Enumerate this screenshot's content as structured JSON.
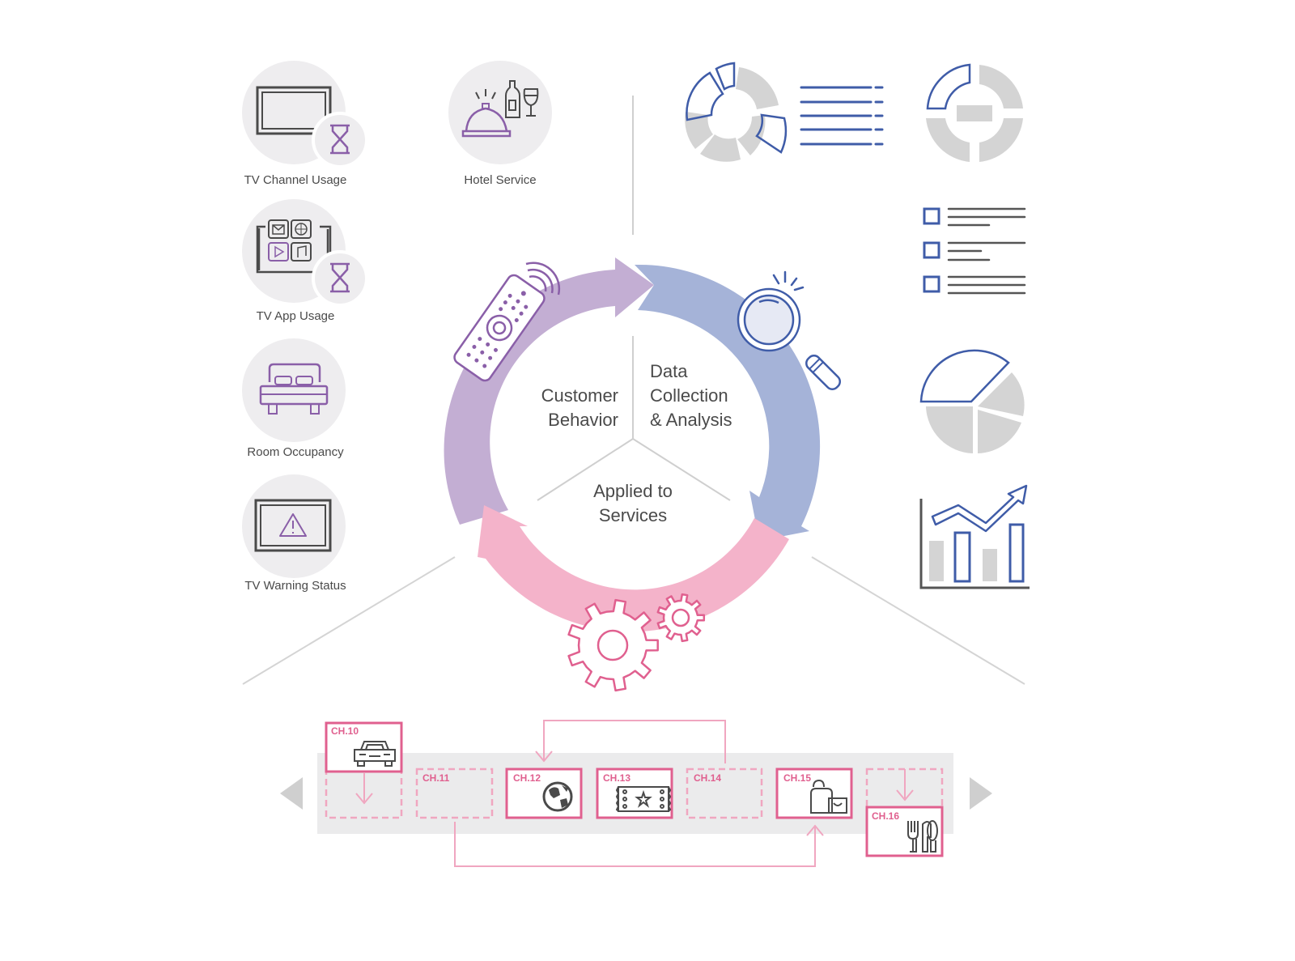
{
  "colors": {
    "purple": "#c3aed3",
    "blue": "#a5b3d8",
    "pink": "#f4b3ca",
    "icon_purple": "#8a5fa8",
    "icon_blue": "#3f5ca8",
    "icon_pink": "#e0608f",
    "gray_fill": "#d4d4d4",
    "circle_bg": "#eeedef",
    "dark": "#4a4a4a"
  },
  "data_sources": [
    {
      "label": "TV Channel Usage",
      "icon": "tv-hourglass-icon"
    },
    {
      "label": "Hotel Service",
      "icon": "service-bell-wine-icon"
    },
    {
      "label": "TV App Usage",
      "icon": "tv-apps-hourglass-icon"
    },
    {
      "label": "Room Occupancy",
      "icon": "bed-icon"
    },
    {
      "label": "TV Warning Status",
      "icon": "tv-warning-icon"
    }
  ],
  "cycle": {
    "customer_behavior": {
      "line1": "Customer",
      "line2": "Behavior"
    },
    "data_collection": {
      "line1": "Data",
      "line2": "Collection",
      "line3": "& Analysis"
    },
    "applied_services": {
      "line1": "Applied to",
      "line2": "Services"
    }
  },
  "analysis_icons": [
    "donut-chart-icon",
    "list-lines-icon",
    "ring-chart-icon",
    "checklist-icon",
    "pie-chart-icon",
    "bar-trend-chart-icon"
  ],
  "channels": [
    {
      "label": "CH.10",
      "icon": "car-icon",
      "state": "active-raised"
    },
    {
      "label": "CH.11",
      "icon": "",
      "state": "empty"
    },
    {
      "label": "CH.12",
      "icon": "globe-icon",
      "state": "active"
    },
    {
      "label": "CH.13",
      "icon": "ticket-icon",
      "state": "active"
    },
    {
      "label": "CH.14",
      "icon": "",
      "state": "empty"
    },
    {
      "label": "CH.15",
      "icon": "shopping-bags-icon",
      "state": "active"
    },
    {
      "label": "CH.16",
      "icon": "cutlery-icon",
      "state": "active-lowered"
    }
  ]
}
